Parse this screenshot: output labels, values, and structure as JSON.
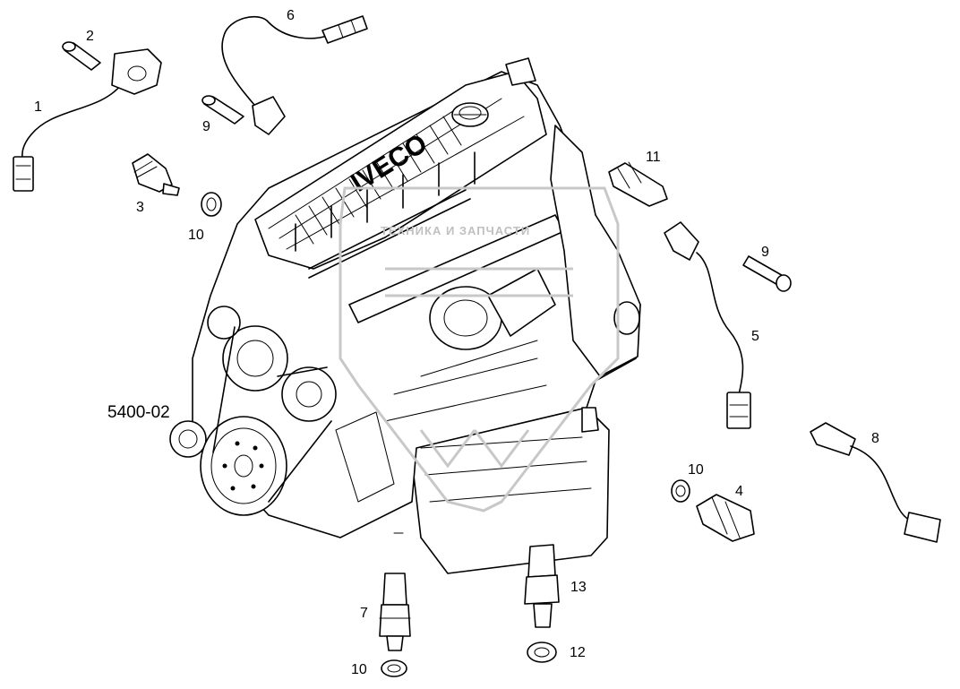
{
  "diagram": {
    "drawing_code": "5400-02",
    "engine_brand_text": "IVECO",
    "watermark_text": "ТЕХНИКА И ЗАПЧАСТИ",
    "callouts": [
      {
        "id": "c1",
        "text": "1"
      },
      {
        "id": "c2",
        "text": "2"
      },
      {
        "id": "c3",
        "text": "3"
      },
      {
        "id": "c4",
        "text": "4"
      },
      {
        "id": "c5",
        "text": "5"
      },
      {
        "id": "c6",
        "text": "6"
      },
      {
        "id": "c7",
        "text": "7"
      },
      {
        "id": "c8",
        "text": "8"
      },
      {
        "id": "c9a",
        "text": "9"
      },
      {
        "id": "c9b",
        "text": "9"
      },
      {
        "id": "c10a",
        "text": "10"
      },
      {
        "id": "c10b",
        "text": "10"
      },
      {
        "id": "c10c",
        "text": "10"
      },
      {
        "id": "c11",
        "text": "11"
      },
      {
        "id": "c12",
        "text": "12"
      },
      {
        "id": "c13",
        "text": "13"
      }
    ]
  }
}
